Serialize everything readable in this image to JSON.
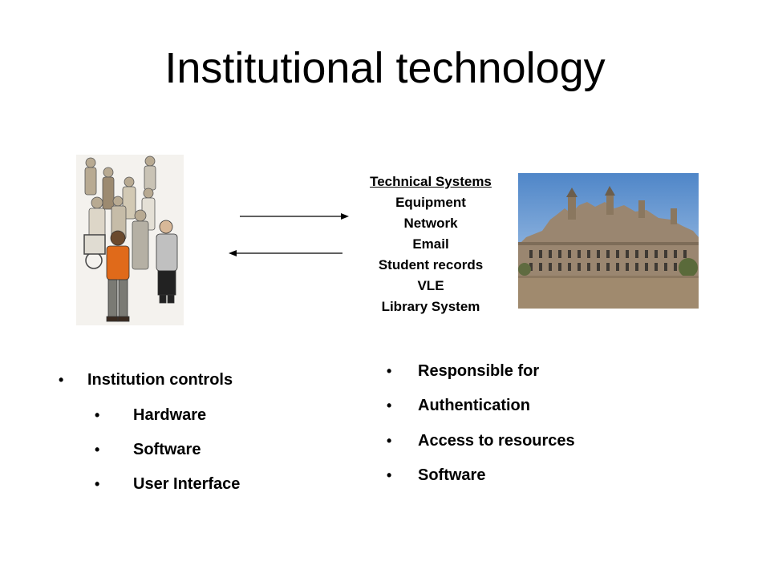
{
  "slide": {
    "title": "Institutional technology"
  },
  "technical_systems": {
    "heading": "Technical Systems",
    "items": [
      "Equipment",
      "Network",
      "Email",
      "Student records",
      "VLE",
      "Library System"
    ]
  },
  "left_list": {
    "heading": "Institution controls",
    "items": [
      "Hardware",
      "Software",
      "User Interface"
    ]
  },
  "right_list": {
    "items": [
      "Responsible for",
      "Authentication",
      "Access to resources",
      "Software"
    ]
  },
  "colors": {
    "sky": "#8fb3e0",
    "stone": "#9a8670",
    "ground": "#a08a6e",
    "accent_orange": "#e06a1a"
  }
}
